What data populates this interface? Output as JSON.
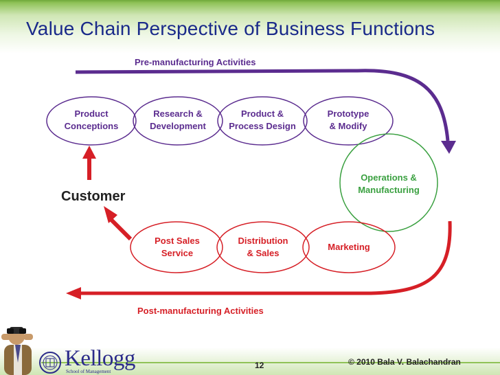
{
  "slide": {
    "title": "Value Chain Perspective of Business Functions",
    "page_number": "12",
    "copyright": "© 2010 Bala V. Balachandran"
  },
  "logo": {
    "name": "Kellogg",
    "subtitle": "School of Management"
  },
  "diagram": {
    "pre_label": "Pre-manufacturing Activities",
    "post_label": "Post-manufacturing Activities",
    "customer_label": "Customer",
    "pre_activities": [
      {
        "line1": "Product",
        "line2": "Conceptions"
      },
      {
        "line1": "Research &",
        "line2": "Development"
      },
      {
        "line1": "Product &",
        "line2": "Process Design"
      },
      {
        "line1": "Prototype",
        "line2": "& Modify"
      }
    ],
    "operations": {
      "line1": "Operations &",
      "line2": "Manufacturing"
    },
    "post_activities": [
      {
        "line1": "Post Sales",
        "line2": "Service"
      },
      {
        "line1": "Distribution",
        "line2": "& Sales"
      },
      {
        "line1": "Marketing",
        "line2": ""
      }
    ],
    "colors": {
      "pre": "#5b2c8f",
      "post": "#d61f26",
      "operations": "#3aa040",
      "title": "#1a2a8a"
    }
  }
}
